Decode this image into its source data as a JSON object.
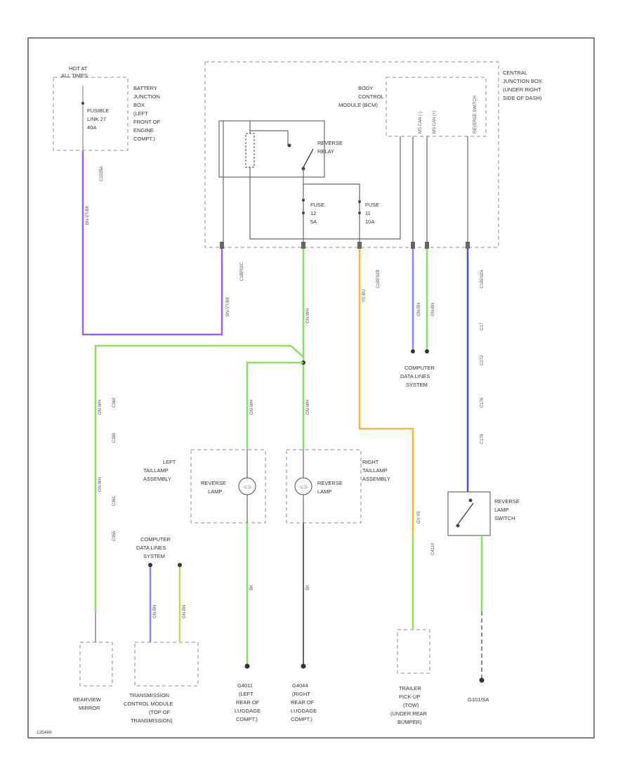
{
  "diagram": {
    "id_label": "135486",
    "hot_at": {
      "line1": "HOT AT",
      "line2": "ALL TIMES"
    },
    "battery_junction_box": [
      "BATTERY",
      "JUNCTION",
      "BOX",
      "(LEFT",
      "FRONT OF",
      "ENGINE",
      "COMPT.)"
    ],
    "fusible_link": [
      "FUSIBLE",
      "LINK 27",
      "40A"
    ],
    "body_control_module": [
      "BODY",
      "CONTROL",
      "MODULE (BCM)"
    ],
    "central_junction_box": [
      "CENTRAL",
      "JUNCTION BOX",
      "(UNDER RIGHT",
      "SIDE OF DASH)"
    ],
    "bcm_pins": [
      "MS CAN (-)",
      "MS CAN (+)",
      "REVERSE SWITCH"
    ],
    "reverse_relay": [
      "REVERSE",
      "RELAY"
    ],
    "fuse_12": [
      "FUSE",
      "12",
      "5A"
    ],
    "fuse_11": [
      "FUSE",
      "11",
      "10A"
    ],
    "computer_data_lines_system": [
      "COMPUTER",
      "DATA LINES",
      "SYSTEM"
    ],
    "computer_data_lines_system_2": [
      "COMPUTER",
      "DATA LINES",
      "SYSTEM"
    ],
    "left_taillamp": [
      "LEFT",
      "TAILLAMP",
      "ASSEMBLY"
    ],
    "right_taillamp": [
      "RIGHT",
      "TAILLAMP",
      "ASSEMBLY"
    ],
    "reverse_lamp_left": [
      "REVERSE",
      "LAMP"
    ],
    "reverse_lamp_right": [
      "REVERSE",
      "LAMP"
    ],
    "reverse_lamp_switch": [
      "REVERSE",
      "LAMP",
      "SWITCH"
    ],
    "rearview_mirror": [
      "REARVIEW",
      "MIRROR"
    ],
    "tcm": [
      "TRANSMISSION",
      "CONTROL MODULE",
      "(TOP OF",
      "TRANSMISSION)"
    ],
    "ground_g4011": [
      "G4011",
      "(LEFT",
      "REAR OF",
      "LUGGAGE",
      "COMPT.)"
    ],
    "ground_g4044": [
      "G4044",
      "(RIGHT",
      "REAR OF",
      "LUGGAGE",
      "COMPT.)"
    ],
    "trailer_pickup": [
      "TRAILER",
      "PICK-UP",
      "(TOW)",
      "(UNDER REAR",
      "BUMPER)"
    ],
    "ground_g101": [
      "G101/SA"
    ],
    "wire_labels": {
      "c1035": "C1035A",
      "wire_purple": "BN-VT/BK",
      "wire_cbp": "C1BP02C",
      "wire_green_main": "GN-WH",
      "c1bp02b": "C1BP02B",
      "wire_orange": "YE-BU",
      "wire_datalines": "GN-BN",
      "c1bp02a": "C1BP02A",
      "c17": "C17",
      "c272": "C272",
      "c176": "C176",
      "c178": "C178",
      "c360": "C360",
      "c380": "C380",
      "c361": "C361",
      "c355": "C355",
      "wire_bk": "BK",
      "c4110": "C4110",
      "wire_gy": "GY-YE"
    }
  }
}
